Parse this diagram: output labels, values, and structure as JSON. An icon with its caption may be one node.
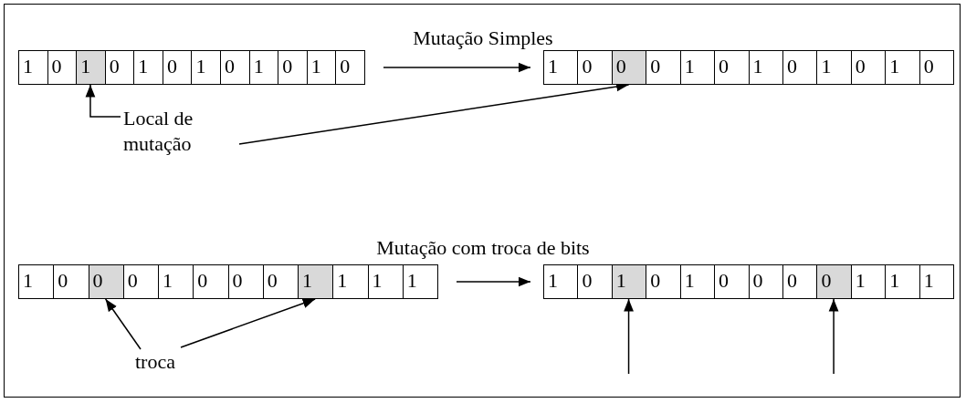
{
  "diagram": {
    "nodes": [
      {
        "text": [],
        "shape": "box"
      },
      {
        "text": [
          "1"
        ],
        "in": 0
      },
      {
        "text": [
          "0"
        ],
        "in": 0
      },
      {
        "text": [
          "1"
        ],
        "in": 0
      },
      {
        "text": [
          "0"
        ],
        "in": 0
      },
      {
        "text": [
          "1"
        ],
        "in": 0
      },
      {
        "text": [
          "0"
        ],
        "in": 0
      },
      {
        "text": [
          "1"
        ],
        "in": 0
      },
      {
        "text": [
          "0"
        ],
        "in": 0
      },
      {
        "text": [
          "1"
        ],
        "in": 0
      },
      {
        "text": [
          "0"
        ],
        "in": 0
      },
      {
        "text": [
          "1"
        ],
        "in": 0
      },
      {
        "text": [
          "0"
        ],
        "in": 0
      },
      {
        "text": [],
        "shape": "box"
      },
      {
        "text": [
          "1"
        ],
        "in": 13
      },
      {
        "text": [
          "0"
        ],
        "in": 13
      },
      {
        "text": [
          "0"
        ],
        "in": 13
      },
      {
        "text": [
          "0"
        ],
        "in": 13
      },
      {
        "text": [
          "1"
        ],
        "in": 13
      },
      {
        "text": [
          "0"
        ],
        "in": 13
      },
      {
        "text": [
          "1"
        ],
        "in": 13
      },
      {
        "text": [
          "0"
        ],
        "in": 13
      },
      {
        "text": [
          "1"
        ],
        "in": 13
      },
      {
        "text": [
          "0"
        ],
        "in": 13
      },
      {
        "text": [
          "1"
        ],
        "in": 13
      },
      {
        "text": [
          "0"
        ],
        "in": 13
      },
      {
        "text": [
          "Local de mutação"
        ]
      },
      {
        "text": [],
        "shape": "box"
      },
      {
        "text": [
          "1"
        ],
        "in": 27
      },
      {
        "text": [
          "0"
        ],
        "in": 27
      },
      {
        "text": [
          "0"
        ],
        "in": 27
      },
      {
        "text": [
          "0"
        ],
        "in": 27
      },
      {
        "text": [
          "1"
        ],
        "in": 27
      },
      {
        "text": [
          "0"
        ],
        "in": 27
      },
      {
        "text": [
          "0"
        ],
        "in": 27
      },
      {
        "text": [
          "0"
        ],
        "in": 27
      },
      {
        "text": [
          "1"
        ],
        "in": 27
      },
      {
        "text": [
          "1"
        ],
        "in": 27
      },
      {
        "text": [
          "1"
        ],
        "in": 27
      },
      {
        "text": [
          "1"
        ],
        "in": 27
      },
      {
        "text": [],
        "shape": "box"
      },
      {
        "text": [
          "1"
        ],
        "in": 40
      },
      {
        "text": [
          "0"
        ],
        "in": 40
      },
      {
        "text": [
          "1"
        ],
        "in": 40
      },
      {
        "text": [
          "0"
        ],
        "in": 40
      },
      {
        "text": [
          "1"
        ],
        "in": 40
      },
      {
        "text": [
          "0"
        ],
        "in": 40
      },
      {
        "text": [
          "0"
        ],
        "in": 40
      },
      {
        "text": [
          "0"
        ],
        "in": 40
      },
      {
        "text": [
          "0"
        ],
        "in": 40
      },
      {
        "text": [
          "1"
        ],
        "in": 40
      },
      {
        "text": [
          "1"
        ],
        "in": 40
      },
      {
        "text": [
          "1"
        ],
        "in": 40
      },
      {
        "text": [
          "troca"
        ]
      }
    ],
    "edges": [
      {
        "from": 0,
        "to": 13,
        "arrow": "to"
      },
      {
        "from": 26,
        "to": 3,
        "arrow": "to"
      },
      {
        "from": 26,
        "to": 16,
        "arrow": "to"
      },
      {
        "from": 27,
        "to": 40,
        "arrow": "to"
      },
      {
        "from": 53,
        "to": 30,
        "arrow": "to"
      },
      {
        "from": 53,
        "to": 36,
        "arrow": "to"
      },
      {
        "from": null,
        "to": 43,
        "arrow": "to"
      },
      {
        "from": null,
        "to": 49,
        "arrow": "to"
      }
    ],
    "labels": [
      "Mutação Simples",
      "Mutação com troca de bits"
    ]
  }
}
